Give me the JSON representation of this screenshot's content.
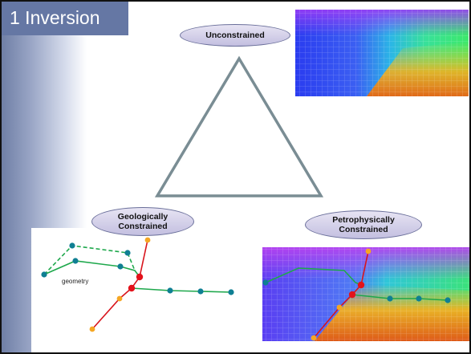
{
  "slide": {
    "title": "1 Inversion",
    "labels": {
      "unconstrained": "Unconstrained",
      "geologically": "Geologically Constrained",
      "petrophysically": "Petrophysically Constrained"
    },
    "geometry_text": "geometry"
  },
  "colors": {
    "title_bar": "#6577a4",
    "triangle": "#7a8d94",
    "green_line": "#1ea84c",
    "red_line": "#d8141c",
    "teal_node": "#0f7f93",
    "orange_node": "#f5a623",
    "red_node": "#e3121b"
  }
}
